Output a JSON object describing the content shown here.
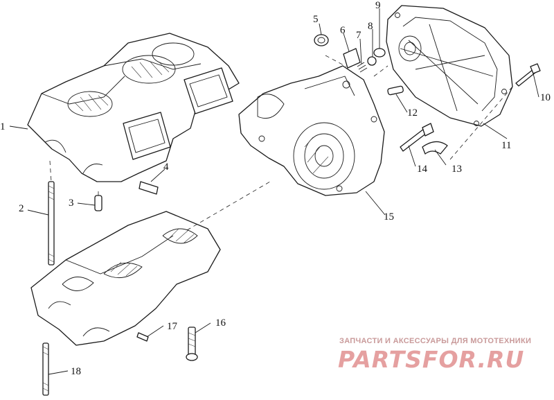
{
  "callouts": [
    "1",
    "2",
    "3",
    "4",
    "5",
    "6",
    "7",
    "8",
    "9",
    "10",
    "11",
    "12",
    "13",
    "14",
    "15",
    "16",
    "17",
    "18"
  ],
  "watermark": {
    "tagline": "ЗАПЧАСТИ И АКСЕССУАРЫ ДЛЯ МОТОТЕХНИКИ",
    "logo": "PARTSFOR.RU"
  },
  "colors": {
    "line": "#1a1a1a",
    "background": "#ffffff",
    "watermark": "#e5a0a0"
  }
}
